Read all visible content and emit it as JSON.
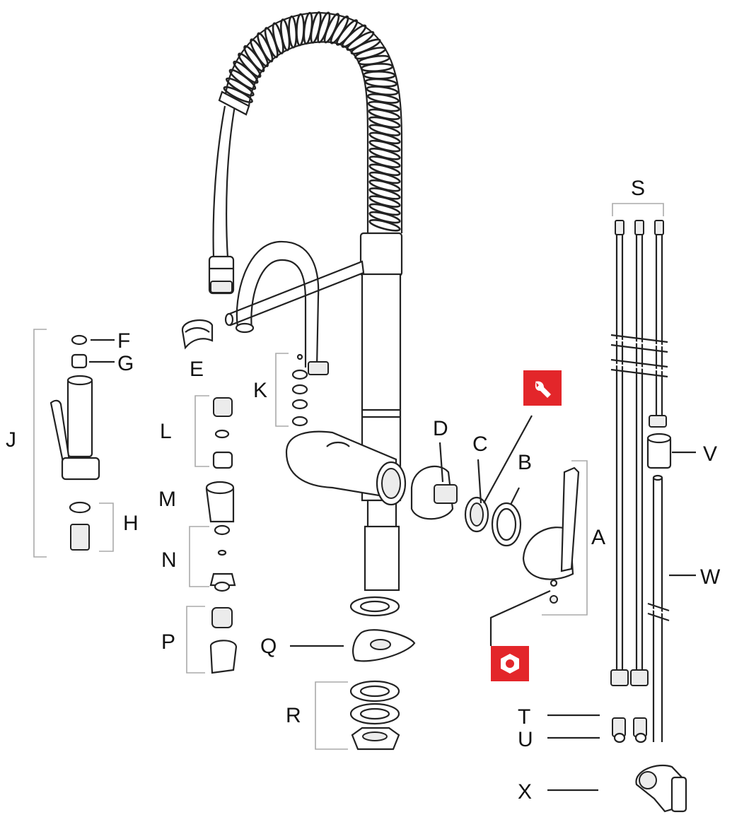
{
  "diagram": {
    "labels": {
      "A": "A",
      "B": "B",
      "C": "C",
      "D": "D",
      "E": "E",
      "F": "F",
      "G": "G",
      "H": "H",
      "J": "J",
      "K": "K",
      "L": "L",
      "M": "M",
      "N": "N",
      "P": "P",
      "Q": "Q",
      "R": "R",
      "S": "S",
      "T": "T",
      "U": "U",
      "V": "V",
      "W": "W",
      "X": "X"
    },
    "badges": [
      {
        "name": "wrench-badge",
        "icon": "wrench-icon",
        "color": "#e3262a"
      },
      {
        "name": "hex-nut-badge",
        "icon": "hex-nut-icon",
        "color": "#e3262a"
      }
    ],
    "line_color": "#222222",
    "bracket_color": "#aaaaaa"
  }
}
